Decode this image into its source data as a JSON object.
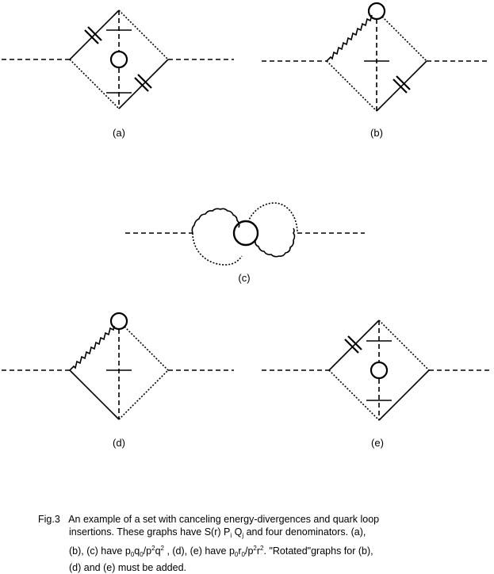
{
  "labels": {
    "a": "(a)",
    "b": "(b)",
    "c": "(c)",
    "d": "(d)",
    "e": "(e)"
  },
  "caption": {
    "fig": "Fig.3",
    "line1": "An example of a set with canceling energy-divergences and quark loop",
    "line2a": "insertions. These graphs have S(r) P",
    "line2_sub_i": "i",
    "line2b": " Q",
    "line2_sub_j": "j",
    "line2c": "  and four denominators. (a),",
    "line3a": "(b), (c) have p",
    "line3_sub0": "0",
    "line3b": "q",
    "line3_sub0b": "0",
    "line3c": "/p",
    "line3_sup2": "2",
    "line3d": "q",
    "line3_sup2b": "2",
    "line3e": " , (d), (e) have p",
    "line3_sub0c": "0",
    "line3f": "r",
    "line3_sub0d": "0",
    "line3g": "/p",
    "line3_sup2c": "2",
    "line3h": "r",
    "line3_sup2d": "2",
    "line3i": ". \"Rotated\"graphs for (b),",
    "line4": "(d) and (e) must be added."
  },
  "colors": {
    "ink": "#000000",
    "background": "#ffffff"
  }
}
